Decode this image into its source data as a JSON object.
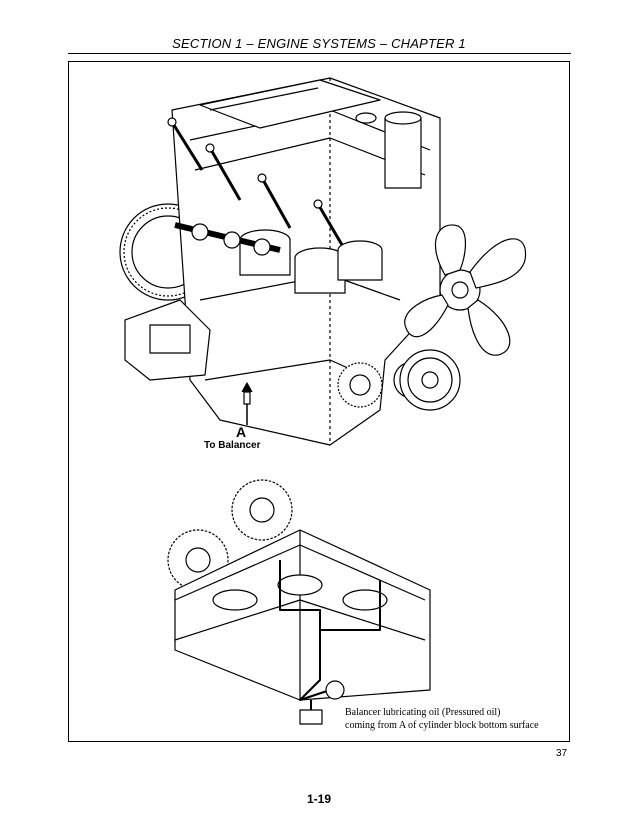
{
  "header": {
    "title": "SECTION 1 – ENGINE SYSTEMS – CHAPTER 1"
  },
  "figure": {
    "label_a": "A",
    "label_to_balancer": "To Balancer",
    "caption_line1": "Balancer lubricating oil (Pressured oil)",
    "caption_line2": "coming from A of cylinder block bottom surface",
    "number": "37"
  },
  "footer": {
    "page_number": "1-19"
  }
}
